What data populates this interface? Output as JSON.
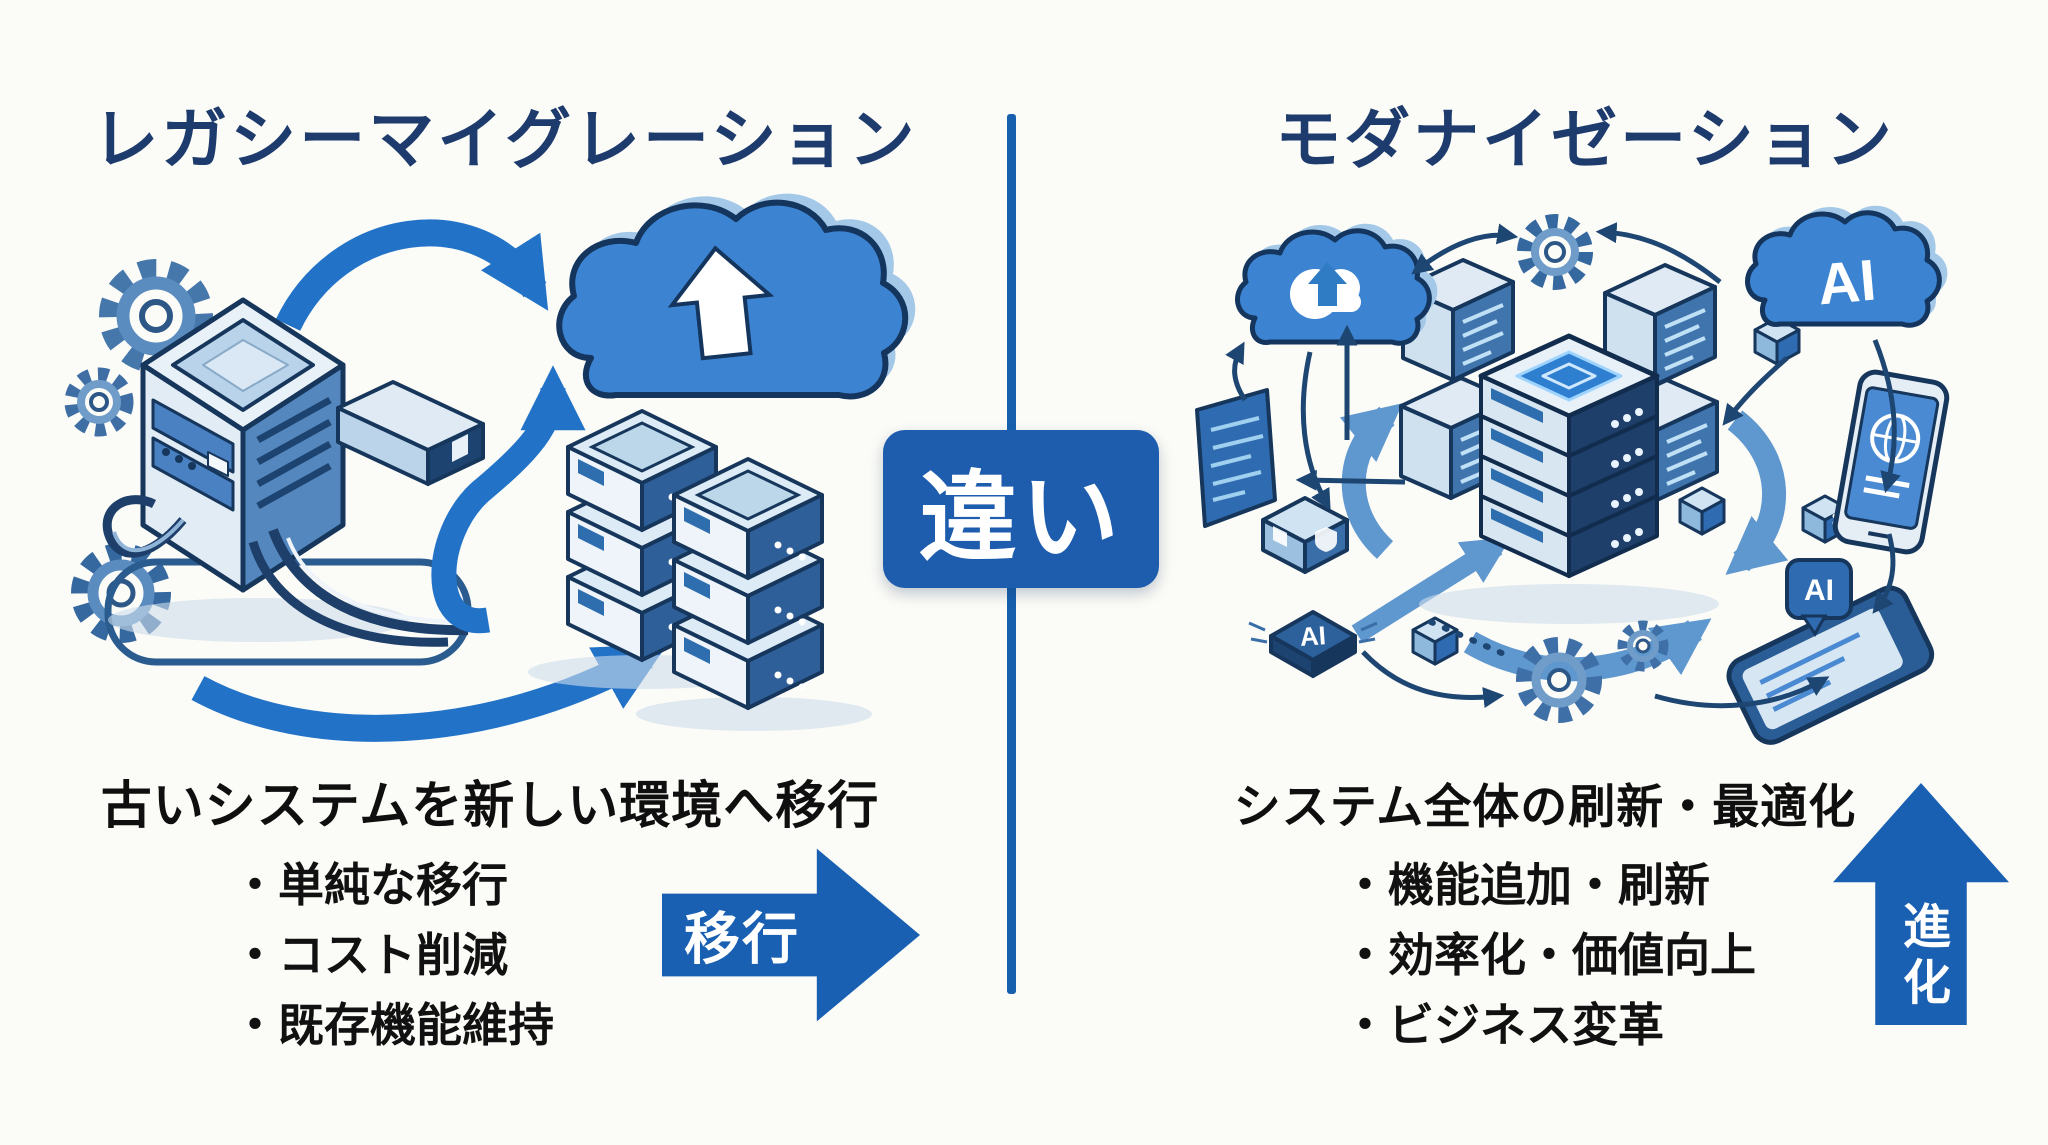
{
  "canvas": {
    "background": "#fbfbf7"
  },
  "center": {
    "badge_label": "違い"
  },
  "left_panel": {
    "title": "レガシーマイグレーション",
    "subtitle": "古いシステムを新しい環境へ移行",
    "bullets": [
      "・単純な移行",
      "・コスト削減",
      "・既存機能維持"
    ],
    "arrow_label": "移行"
  },
  "right_panel": {
    "title": "モダナイゼーション",
    "subtitle": "システム全体の刷新・最適化",
    "bullets": [
      "・機能追加・刷新",
      "・効率化・価値向上",
      "・ビジネス変革"
    ],
    "arrow_label": "進化",
    "illustration_labels": {
      "cloud_ai": "AI",
      "chip_ai": "AI",
      "phone_ai": "AI"
    }
  },
  "icons": {
    "left": [
      "gear-icon",
      "legacy-server-icon",
      "cloud-upload-icon",
      "server-stack-icon",
      "curved-arrow-icon"
    ],
    "right": [
      "cloud-sync-icon",
      "gear-icon",
      "cloud-ai-icon",
      "code-panel-icon",
      "modern-server-icon",
      "smartphone-globe-icon",
      "security-cube-icon",
      "ai-chip-icon",
      "smartphone-ai-icon",
      "cycle-arrow-icon"
    ]
  },
  "colors": {
    "title_navy": "#1d3b6c",
    "text_black": "#111111",
    "badge_blue": "#1e5cad",
    "divider_blue": "#1660ae",
    "label_arrow_blue": "#1a60b2",
    "illustration_arrow_blue": "#2273c8",
    "cloud_blue": "#3c84d2",
    "outline_navy": "#16365c"
  }
}
